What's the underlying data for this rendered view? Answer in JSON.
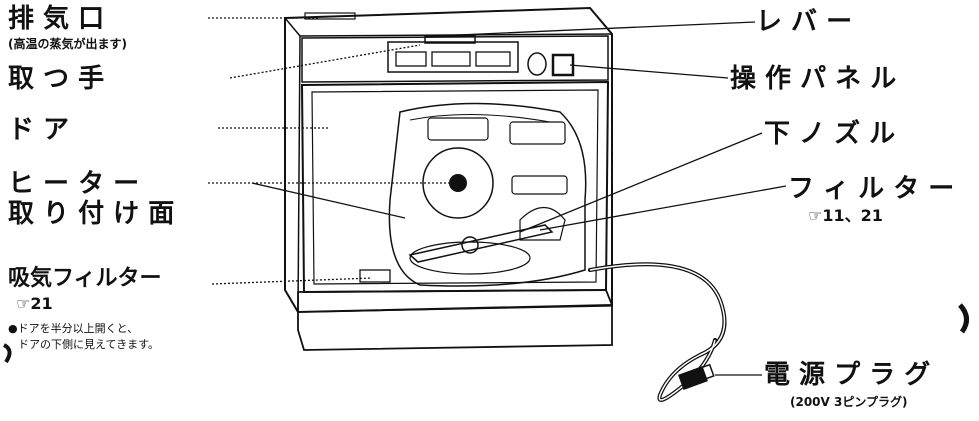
{
  "labels": {
    "exhaust": "排 気 口",
    "exhaust_note": "(高温の蒸気が出ます)",
    "handle": "取 つ 手",
    "door": "ド ア",
    "heater_line1": "ヒ ー タ ー",
    "heater_line2": "取 り 付 け 面",
    "intake_filter": "吸気フィルター",
    "intake_ref": "21",
    "intake_note_line1": "●ドアを半分以上開くと、",
    "intake_note_line2": "ドアの下側に見えてきます。",
    "lever": "レ バ ー",
    "control_panel": "操 作 パ ネ ル",
    "lower_nozzle": "下 ノ ズ ル",
    "filter": "フ ィ ル タ ー",
    "filter_ref": "11、21",
    "power_plug": "電 源 プ ラ グ",
    "power_plug_note": "(200V 3ピンプラグ)"
  },
  "icons": {
    "reference": "pointing-hand-icon"
  },
  "colors": {
    "ink": "#111111",
    "paper": "#ffffff"
  }
}
